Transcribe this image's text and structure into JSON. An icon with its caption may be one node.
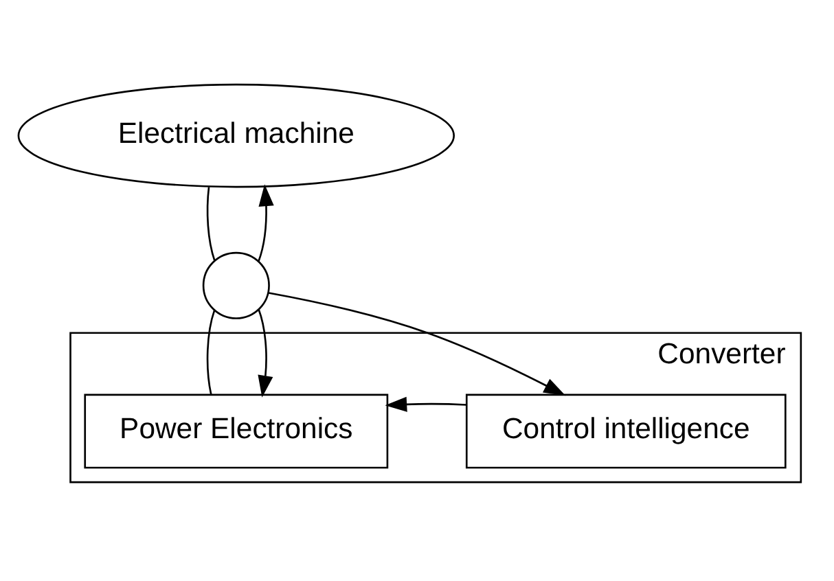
{
  "diagram": {
    "nodes": [
      {
        "text": [
          "Electrical machine"
        ]
      },
      {
        "text": [
          "Converter"
        ]
      },
      {
        "text": [],
        "shape": "circle"
      },
      {
        "text": [
          "Power Electronics"
        ],
        "in": 1
      },
      {
        "text": [
          "Control intelligence"
        ],
        "in": 1
      }
    ],
    "edges": [
      {
        "from": 0,
        "to": 2,
        "arrow": "none"
      },
      {
        "from": 2,
        "to": 0,
        "arrow": "to"
      },
      {
        "from": 2,
        "to": 3,
        "arrow": "to"
      },
      {
        "from": 3,
        "to": 2,
        "arrow": "none"
      },
      {
        "from": 2,
        "to": 4,
        "arrow": "to"
      },
      {
        "from": 4,
        "to": 3,
        "arrow": "to"
      }
    ]
  }
}
